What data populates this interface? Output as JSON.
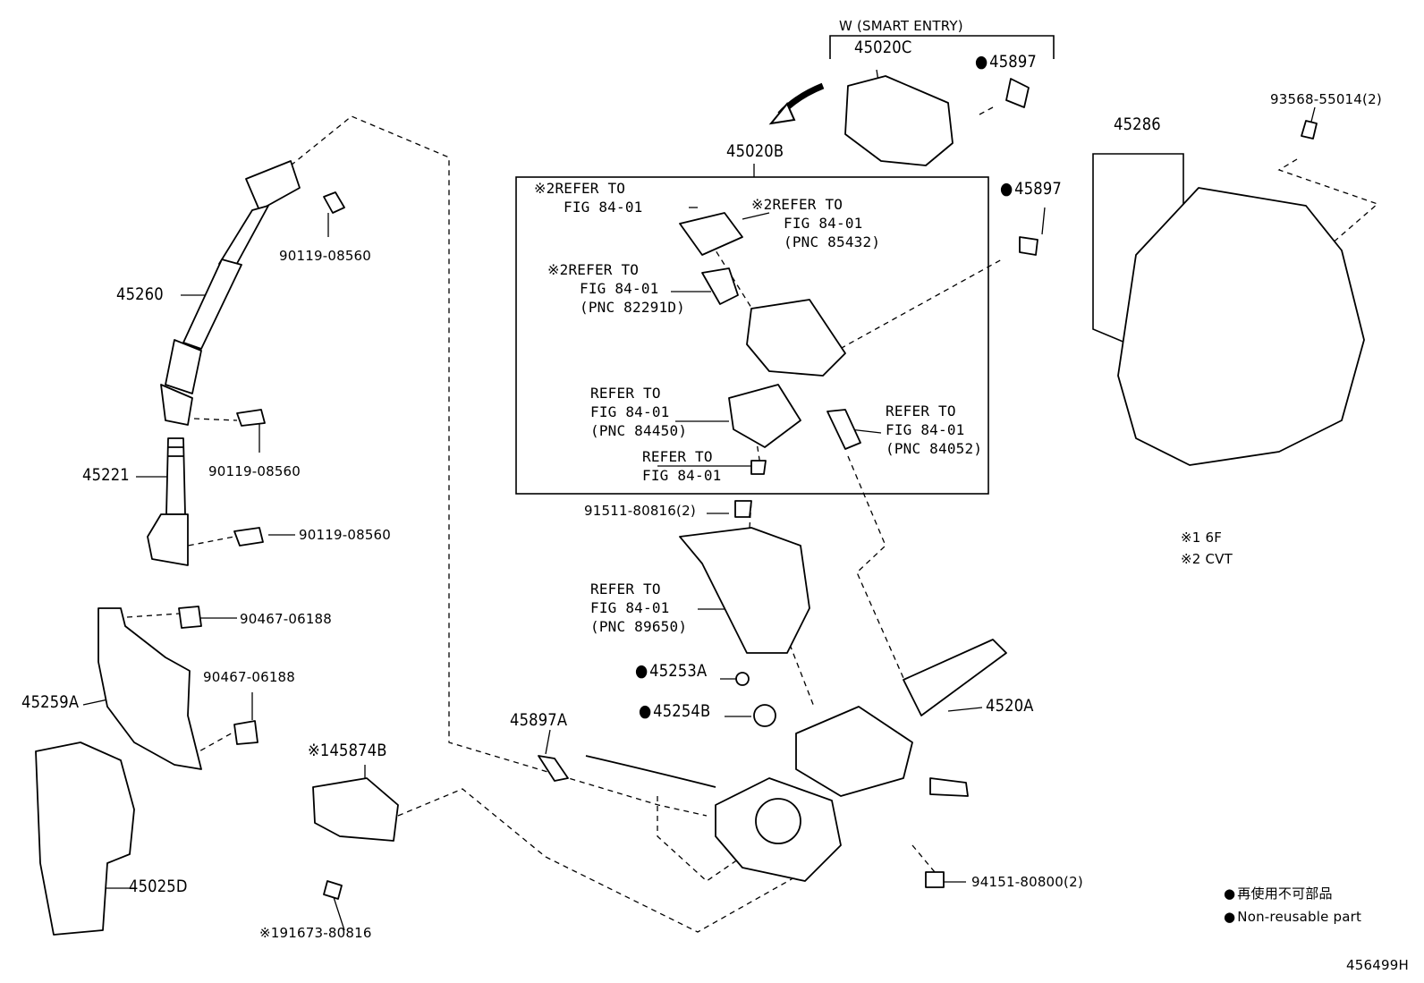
{
  "smart_entry_label": "W (SMART ENTRY)",
  "parts": {
    "p45020C": "45020C",
    "p45897_top": "45897",
    "p45020B": "45020B",
    "p45897_mid": "45897",
    "p93568": "93568-55014(2)",
    "p45286": "45286",
    "p45260": "45260",
    "p90119_a": "90119-08560",
    "p90119_b": "90119-08560",
    "p90119_c": "90119-08560",
    "p45221": "45221",
    "p90467_a": "90467-06188",
    "p90467_b": "90467-06188",
    "p45259A": "45259A",
    "p45025D": "45025D",
    "p45874B": "45874B",
    "p91673": "91673-80816",
    "p91511": "91511-80816(2)",
    "p45253A": "45253A",
    "p45254B": "45254B",
    "p45897A": "45897A",
    "p4520A": "4520A",
    "p94151": "94151-80800(2)"
  },
  "refs": {
    "r1": [
      "REFER TO",
      "FIG 84-01"
    ],
    "r2": [
      "REFER TO",
      "FIG 84-01",
      "(PNC 85432)"
    ],
    "r3": [
      "REFER TO",
      "FIG 84-01",
      "(PNC 82291D)"
    ],
    "r4": [
      "REFER TO",
      "FIG 84-01",
      "(PNC 84450)"
    ],
    "r5": [
      "REFER TO",
      "FIG 84-01"
    ],
    "r6": [
      "REFER TO",
      "FIG 84-01",
      "(PNC 84052)"
    ],
    "r7": [
      "REFER TO",
      "FIG 84-01",
      "(PNC 89650)"
    ]
  },
  "marks": {
    "m1": "※1",
    "m2": "※2"
  },
  "footnotes": {
    "f1": "※1 6F",
    "f2": "※2 CVT"
  },
  "legend": {
    "jp": "再使用不可部品",
    "en": "Non-reusable part"
  },
  "figure_id": "456499H"
}
